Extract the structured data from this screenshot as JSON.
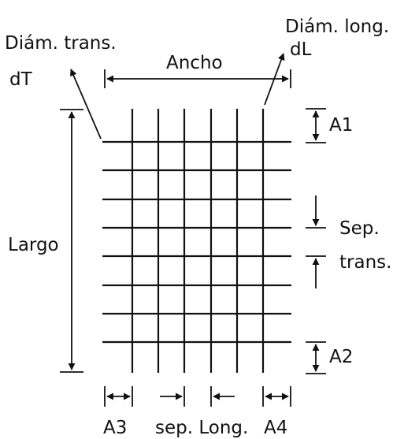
{
  "labels": {
    "diam_trans_line1": "Diám. trans.",
    "diam_trans_line2": "dT",
    "diam_long_line1": "Diám. long.",
    "diam_long_line2": "dL",
    "ancho": "Ancho",
    "largo": "Largo",
    "a1": "A1",
    "a2": "A2",
    "a3": "A3",
    "a4": "A4",
    "sep_trans_line1": "Sep.",
    "sep_trans_line2": "trans.",
    "sep_long": "sep. Long."
  },
  "colors": {
    "line": "#111111",
    "background": "#ffffff"
  }
}
